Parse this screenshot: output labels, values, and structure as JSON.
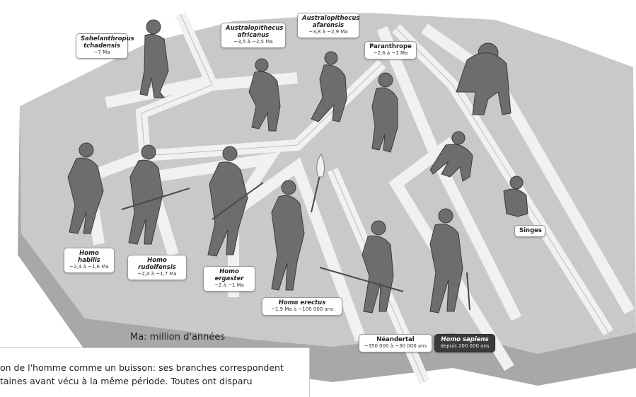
{
  "figures": [
    {
      "name": "Sahelanthropus tchadensis",
      "name_lines": [
        "Sahelanthropus",
        "tchadensis"
      ],
      "dates": "~7 Ma",
      "style": "light",
      "italic": true
    },
    {
      "name": "Australopithecus africanus",
      "name_lines": [
        "Australopithecus",
        "africanus"
      ],
      "dates": "~3,5 à ~2,5 Ma",
      "style": "light",
      "italic": true
    },
    {
      "name": "Australopithecus afarensis",
      "name_lines": [
        "Australopithecus",
        "afarensis"
      ],
      "dates": "~3,8 à ~2,9 Ma",
      "style": "light",
      "italic": true
    },
    {
      "name": "Paranthrope",
      "name_lines": [
        "Paranthrope"
      ],
      "dates": "~2,6 à ~1 Ma",
      "style": "light",
      "italic": false
    },
    {
      "name": "Singes",
      "name_lines": [
        "Singes"
      ],
      "dates": "",
      "style": "light",
      "italic": false
    },
    {
      "name": "Homo habilis",
      "name_lines": [
        "Homo habilis"
      ],
      "dates": "~2,4 à ~1,6 Ma",
      "style": "light",
      "italic": true
    },
    {
      "name": "Homo rudolfensis",
      "name_lines": [
        "Homo rudolfensis"
      ],
      "dates": "~2,4 à ~1,7 Ma",
      "style": "light",
      "italic": true
    },
    {
      "name": "Homo ergaster",
      "name_lines": [
        "Homo ergaster"
      ],
      "dates": "~2 à ~1 Ma",
      "style": "light",
      "italic": true
    },
    {
      "name": "Homo erectus",
      "name_lines": [
        "Homo erectus"
      ],
      "dates": "~1,9 Ma à ~100 000 ans",
      "style": "light",
      "italic": true
    },
    {
      "name": "Néandertal",
      "name_lines": [
        "Néandertal"
      ],
      "dates": "~350 000 à ~30 000 ans",
      "style": "light",
      "italic": false
    },
    {
      "name": "Homo sapiens",
      "name_lines": [
        "Homo sapiens"
      ],
      "dates": "depuis 200 000 ans",
      "style": "dark",
      "italic": true
    }
  ],
  "legend": "Ma: million d'années",
  "caption_lines": [
    "on de l'homme comme un buisson: ses branches correspondent",
    "taines avant vécu à la même période. Toutes ont disparu"
  ]
}
